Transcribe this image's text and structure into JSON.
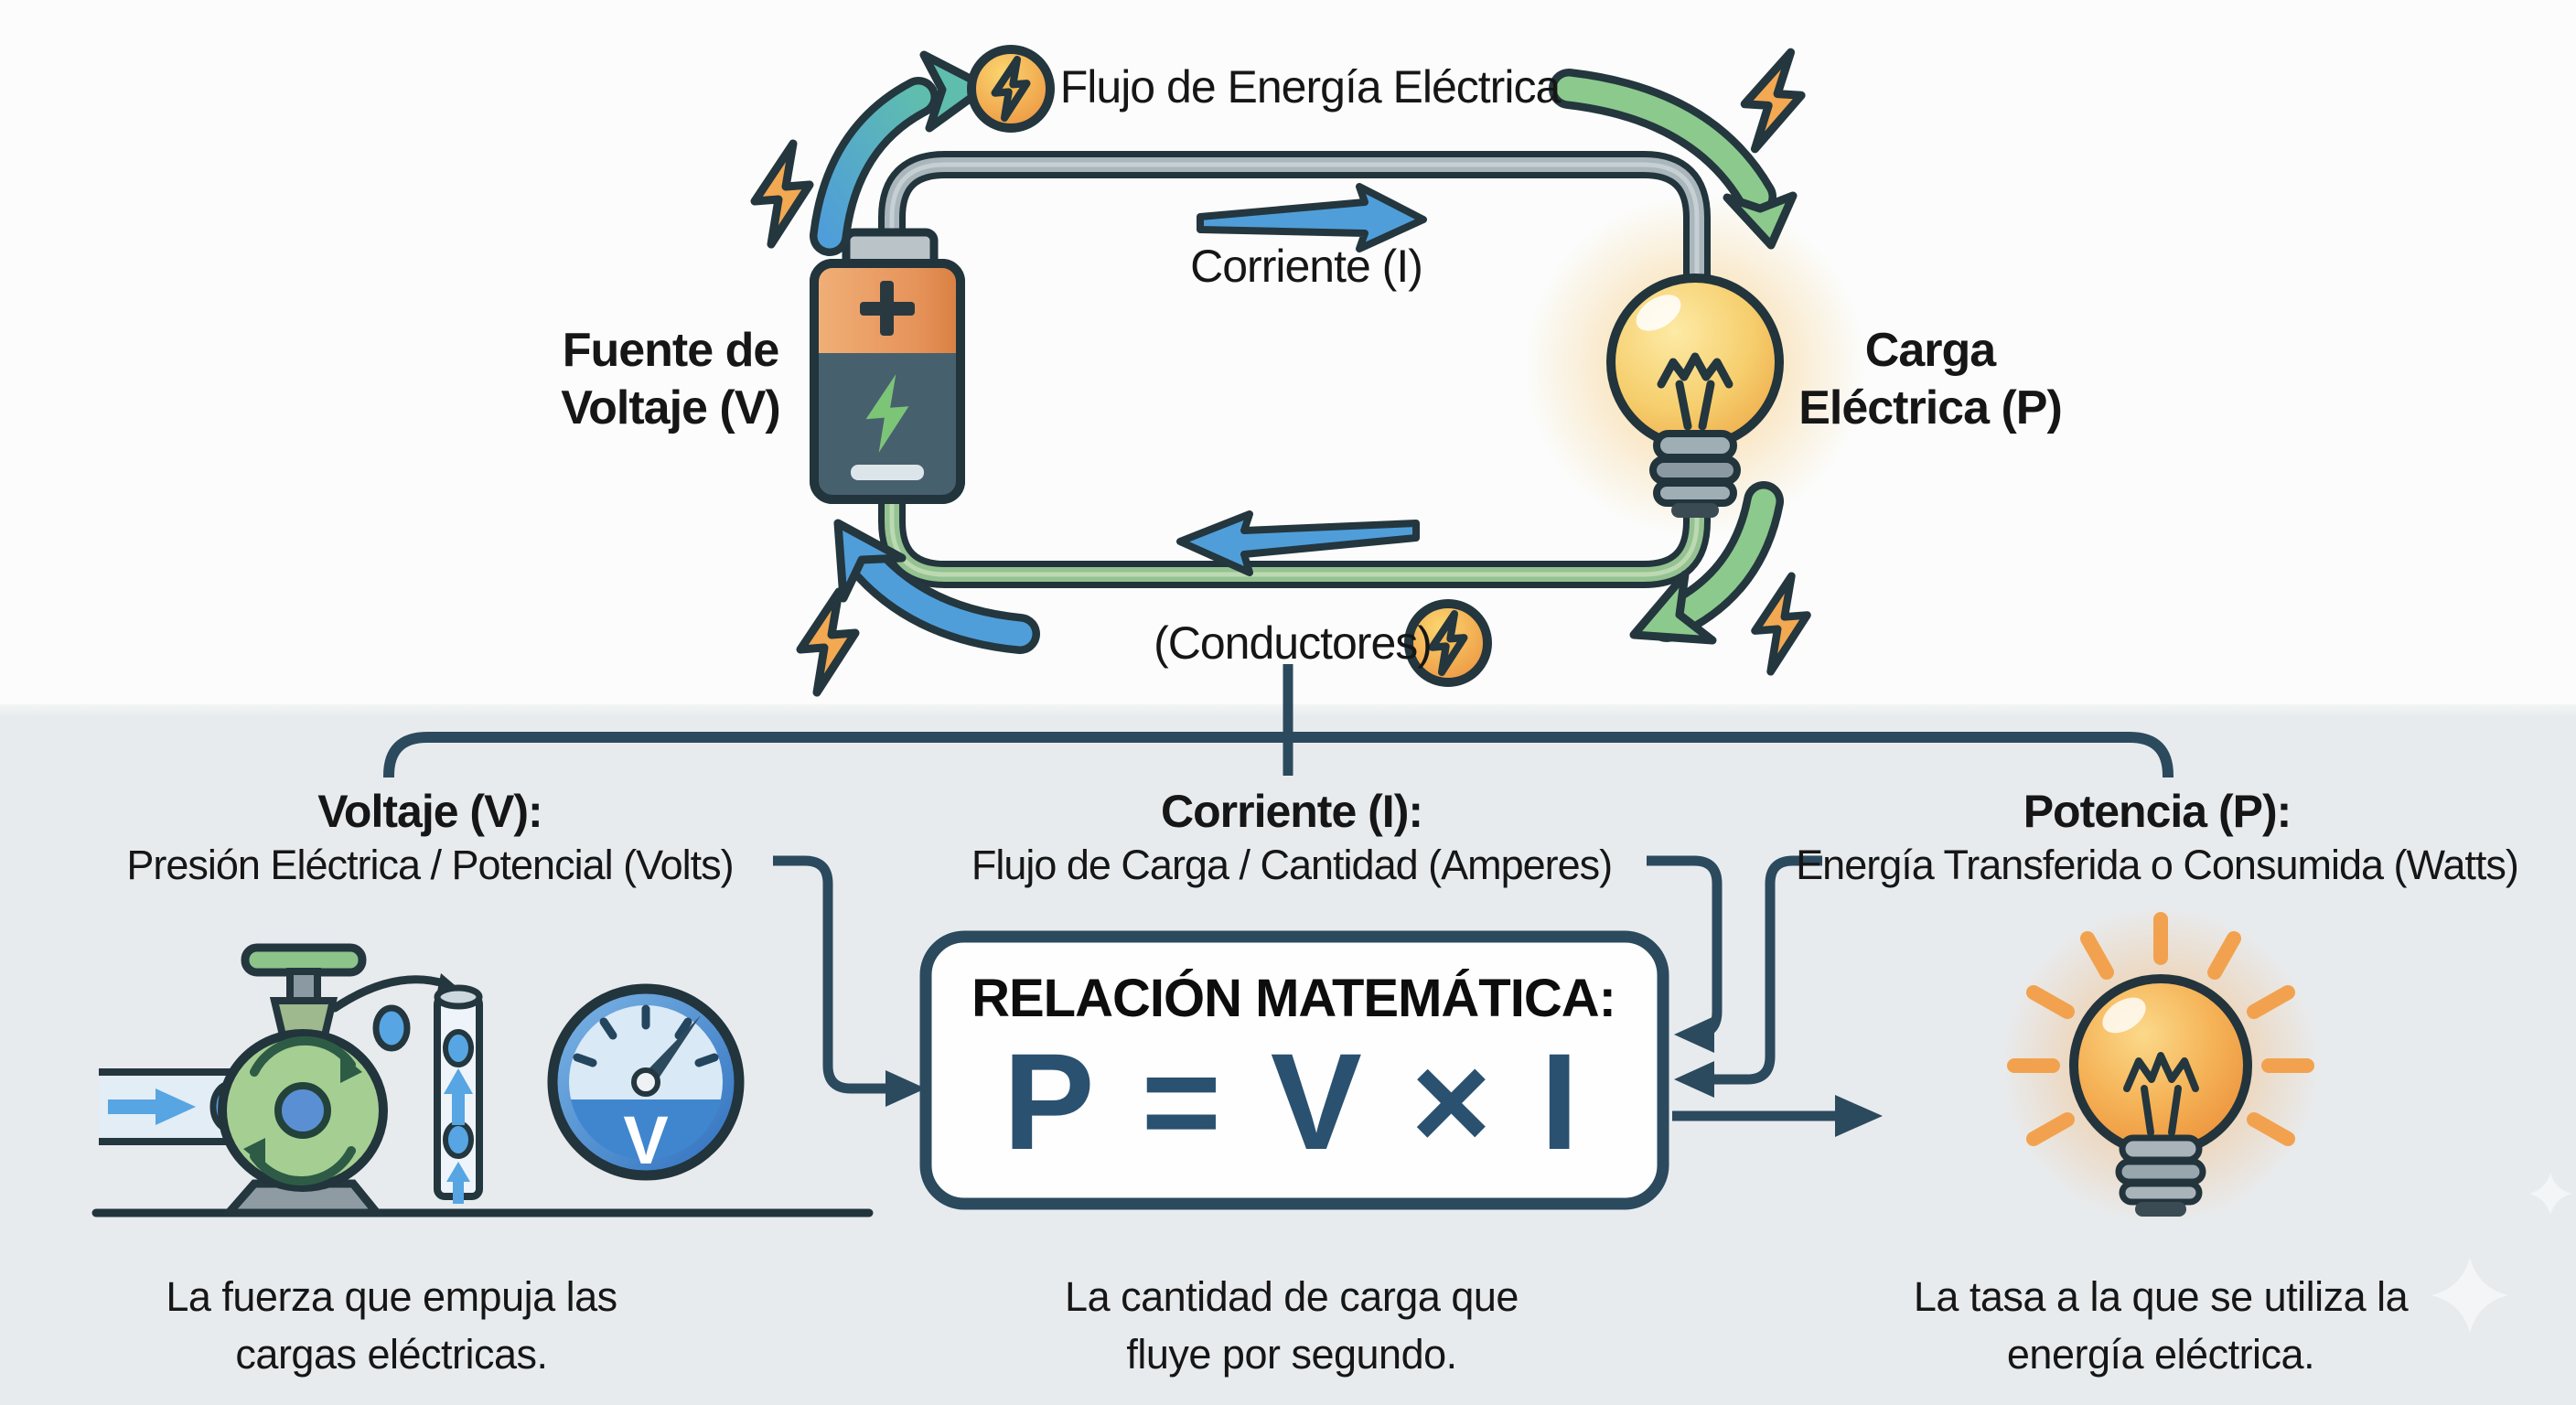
{
  "circuit": {
    "energy_flow_label": "Flujo de Energía Eléctrica",
    "current_label": "Corriente (I)",
    "source_label_line1": "Fuente de",
    "source_label_line2": "Voltaje (V)",
    "load_label_line1": "Carga",
    "load_label_line2": "Eléctrica (P)",
    "conductors_label": "(Conductores)"
  },
  "columns": [
    {
      "title": "Voltaje (V):",
      "subtitle": "Presión Eléctrica / Potencial (Volts)",
      "caption": "La fuerza que empuja las cargas eléctricas.",
      "gauge_letter": "V"
    },
    {
      "title": "Corriente (I):",
      "subtitle": "Flujo de Carga / Cantidad (Amperes)",
      "caption": "La cantidad de carga que fluye por segundo."
    },
    {
      "title": "Potencia (P):",
      "subtitle": "Energía Transferida o Consumida (Watts)",
      "caption": "La tasa a la que se utiliza la energía eléctrica."
    }
  ],
  "formula_box": {
    "heading": "RELACIÓN MATEMÁTICA:",
    "formula": "P = V × I"
  },
  "colors": {
    "outline_dark": "#24363e",
    "wire_gray": "#a9b6bc",
    "wire_green": "#94c291",
    "arrow_blue": "#4f9ed9",
    "arrow_teal": "#5fbdae",
    "arrow_green": "#8cc98d",
    "bolt_orange": "#f2a952",
    "battery_orange": "#e9995c",
    "battery_slate": "#47606e",
    "bulb_yellow": "#f3c766",
    "formula_blue": "#2a5170",
    "connector_dark": "#2c4a5e",
    "bg_bottom": "#e8ebee"
  }
}
